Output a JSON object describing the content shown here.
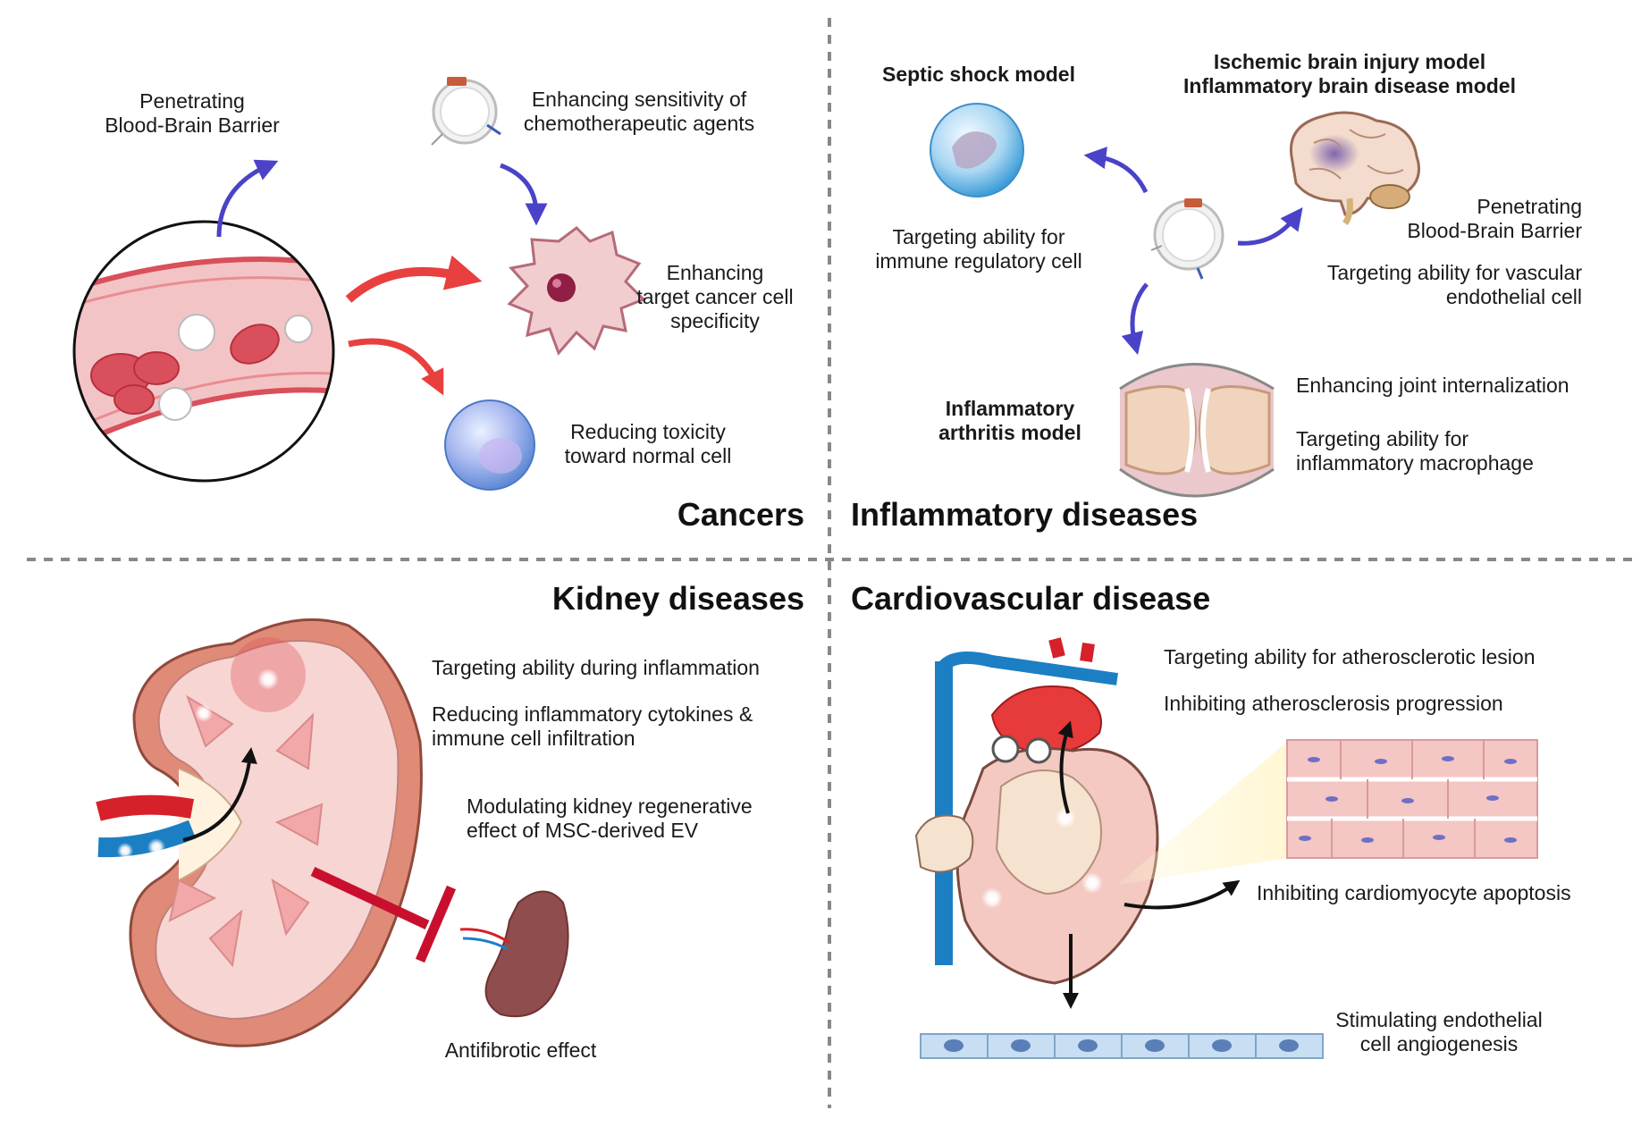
{
  "cancers": {
    "heading": "Cancers",
    "bbb": [
      "Penetrating",
      "Blood-Brain Barrier"
    ],
    "chemo": [
      "Enhancing sensitivity of",
      "chemotherapeutic agents"
    ],
    "specificity": [
      "Enhancing",
      "target cancer cell",
      "specificity"
    ],
    "toxicity": [
      "Reducing toxicity",
      "toward normal cell"
    ]
  },
  "inflammatory": {
    "heading": "Inflammatory diseases",
    "septic_title": "Septic shock model",
    "septic_desc": [
      "Targeting ability for",
      "immune regulatory cell"
    ],
    "brain_title": [
      "Ischemic brain injury model",
      "Inflammatory brain disease model"
    ],
    "brain_bbb": [
      "Penetrating",
      "Blood-Brain Barrier"
    ],
    "vascular": [
      "Targeting ability for vascular",
      "endothelial cell"
    ],
    "arthritis_title": [
      "Inflammatory",
      "arthritis model"
    ],
    "joint": "Enhancing joint internalization",
    "macrophage": [
      "Targeting ability for",
      "inflammatory macrophage"
    ]
  },
  "kidney": {
    "heading": "Kidney diseases",
    "targeting": "Targeting ability during inflammation",
    "cytokines": [
      "Reducing inflammatory cytokines &",
      "immune cell infiltration"
    ],
    "regenerative": [
      "Modulating kidney regenerative",
      "effect of MSC-derived EV"
    ],
    "antifibrotic": "Antifibrotic effect"
  },
  "cardio": {
    "heading": "Cardiovascular disease",
    "lesion": "Targeting ability for atherosclerotic lesion",
    "progression": "Inhibiting atherosclerosis progression",
    "apoptosis": "Inhibiting cardiomyocyte apoptosis",
    "angiogenesis": [
      "Stimulating endothelial",
      "cell angiogenesis"
    ]
  },
  "colors": {
    "blood_red": "#d9505a",
    "vessel_pink": "#f3c4c6",
    "arrow_blue": "#4a43c8",
    "arrow_red": "#e8403f",
    "inhibit_red": "#c8102e",
    "vein_blue": "#1c7fc4"
  }
}
